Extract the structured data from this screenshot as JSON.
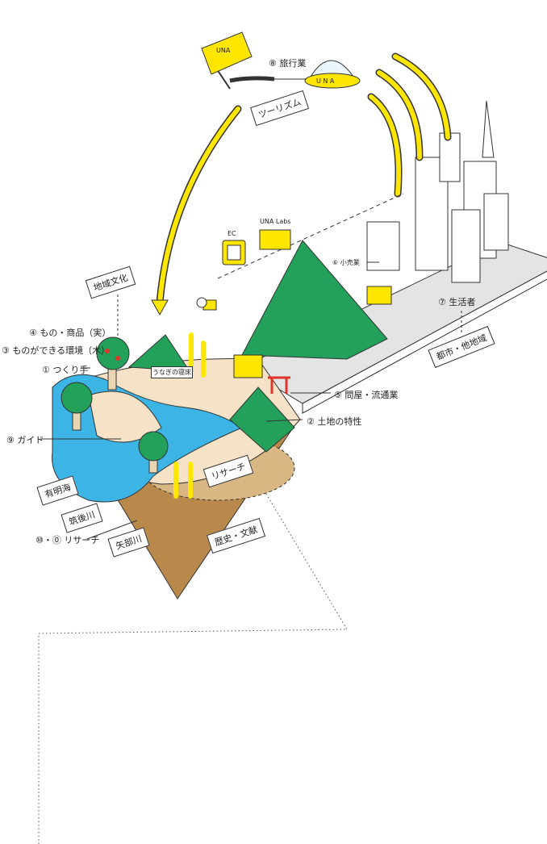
{
  "colors": {
    "yellow": "#ffe600",
    "green": "#23a05a",
    "water": "#3cb4e6",
    "ground": "#f6e2c6",
    "soil": "#b8894b",
    "city": "#e4e4e4",
    "red": "#e0352b"
  },
  "labels": {
    "l8": "⑧ 旅行業",
    "l4": "④ もの・商品（実）",
    "l3": "③ ものができる環境（木）",
    "l1": "① つくり手",
    "l9": "⑨ ガイド",
    "l10": "⑩・⓪ リサーチ",
    "l6": "⑥ 小売業",
    "l7": "⑦ 生活者",
    "l5": "⑤ 問屋・流通業",
    "l2": "② 土地の特性"
  },
  "tags": {
    "tourism": "ツーリズム",
    "regional_culture": "地域文化",
    "ariake": "有明海",
    "chikugo": "筑後川",
    "yabe": "矢部川",
    "history": "歴史・文献",
    "research": "リサーチ",
    "city": "都市・他地域",
    "ec": "EC",
    "labs": "UNA Labs",
    "ufo": "U N A",
    "flag": "UNA",
    "sign": "うなぎの寝床"
  }
}
